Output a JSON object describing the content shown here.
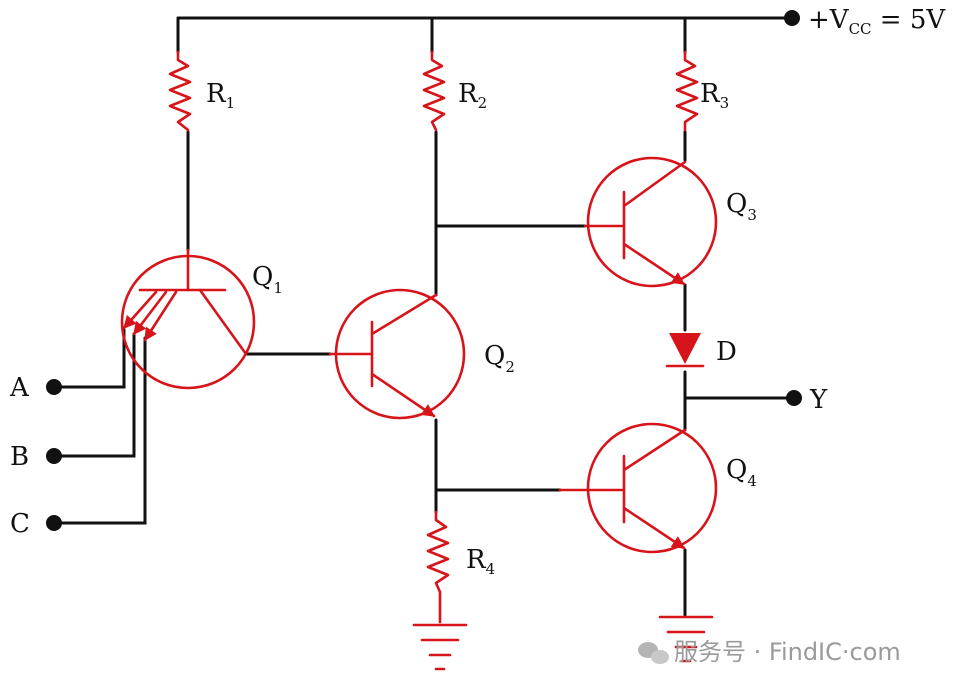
{
  "supply": {
    "prefix": "+V",
    "sub": "CC",
    "suffix": " = 5V"
  },
  "resistors": [
    {
      "name": "R",
      "sub": "1"
    },
    {
      "name": "R",
      "sub": "2"
    },
    {
      "name": "R",
      "sub": "3"
    },
    {
      "name": "R",
      "sub": "4"
    }
  ],
  "transistors": [
    {
      "name": "Q",
      "sub": "1"
    },
    {
      "name": "Q",
      "sub": "2"
    },
    {
      "name": "Q",
      "sub": "3"
    },
    {
      "name": "Q",
      "sub": "4"
    }
  ],
  "diode": {
    "label": "D"
  },
  "inputs": [
    "A",
    "B",
    "C"
  ],
  "output": {
    "label": "Y"
  },
  "watermark": {
    "text": "服务号 · FindIC·com"
  },
  "colors": {
    "component": "#d8141b",
    "wire": "#111111"
  }
}
